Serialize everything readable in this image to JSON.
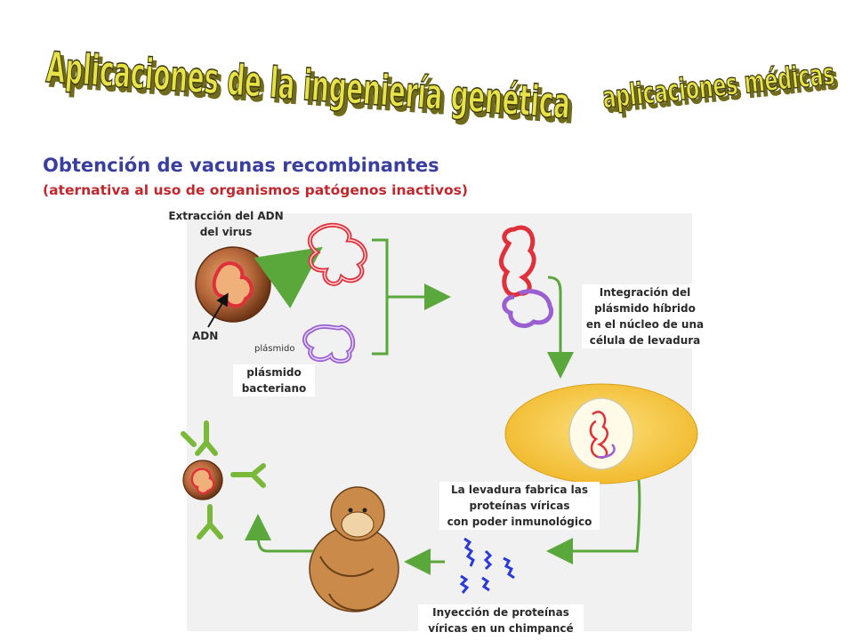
{
  "header": {
    "title_line": "Aplicaciones de la ingeniería genética",
    "title_badge": "aplicaciones médicas"
  },
  "section": {
    "title": "Obtención de vacunas recombinantes",
    "subtitle": "(aternativa al uso de organismos patógenos inactivos)"
  },
  "diagram": {
    "labels": {
      "extraction": [
        "Extracción del ADN",
        "del virus"
      ],
      "adn": "ADN",
      "plasmid_tag": "plásmido",
      "plasmid": [
        "plásmido",
        "bacteriano"
      ],
      "integration": [
        "Integración del",
        "plásmido híbrido",
        "en el núcleo de una",
        "célula de levadura"
      ],
      "yeast": [
        "La levadura fabrica las",
        "proteínas víricas",
        "con poder inmunológico"
      ],
      "injection": [
        "Inyección de proteínas",
        "víricas en un chimpancé"
      ]
    },
    "colors": {
      "wordart_fill": "#e8e24a",
      "wordart_shadow": "#6f6a1a",
      "subtitle": "#3a3f9e",
      "subtitle2": "#c1272d",
      "viral_dna": "#e0303a",
      "plasmid": "#9a5fd0",
      "arrow": "#5aa83c",
      "yeast": "#f4c542",
      "protein": "#2a3ad8",
      "antibody": "#7ab83a"
    }
  }
}
